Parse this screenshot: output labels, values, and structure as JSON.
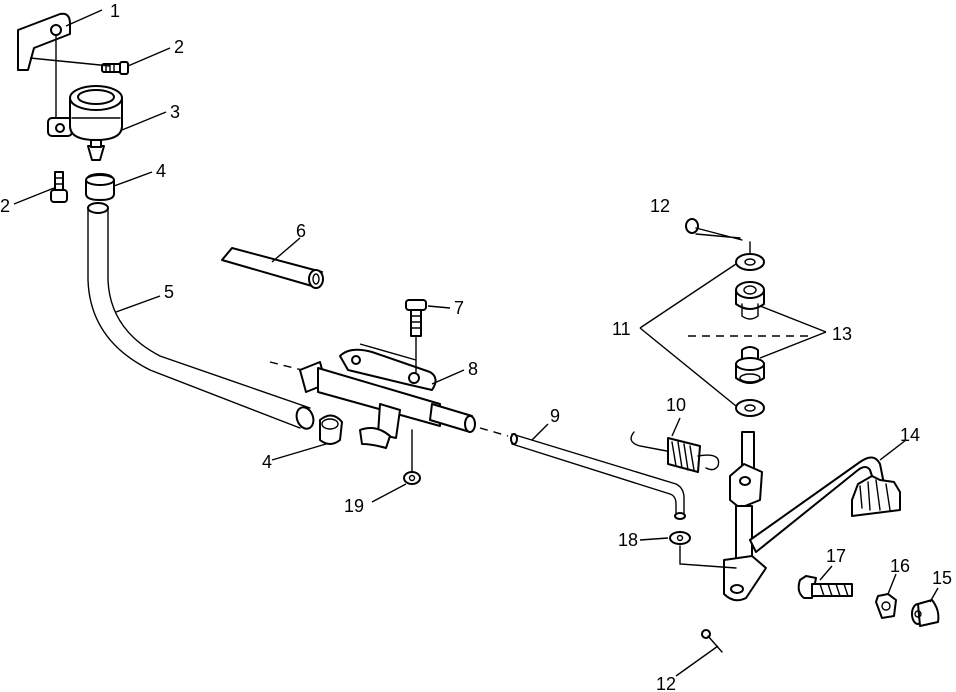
{
  "callouts": {
    "c1": "1",
    "c2a": "2",
    "c2b": "2",
    "c3": "3",
    "c4a": "4",
    "c4b": "4",
    "c5": "5",
    "c6": "6",
    "c7": "7",
    "c8": "8",
    "c9": "9",
    "c10": "10",
    "c11": "11",
    "c12a": "12",
    "c12b": "12",
    "c13": "13",
    "c14": "14",
    "c15": "15",
    "c16": "16",
    "c17": "17",
    "c18": "18",
    "c19": "19"
  },
  "colors": {
    "line": "#000000",
    "background": "#ffffff"
  }
}
